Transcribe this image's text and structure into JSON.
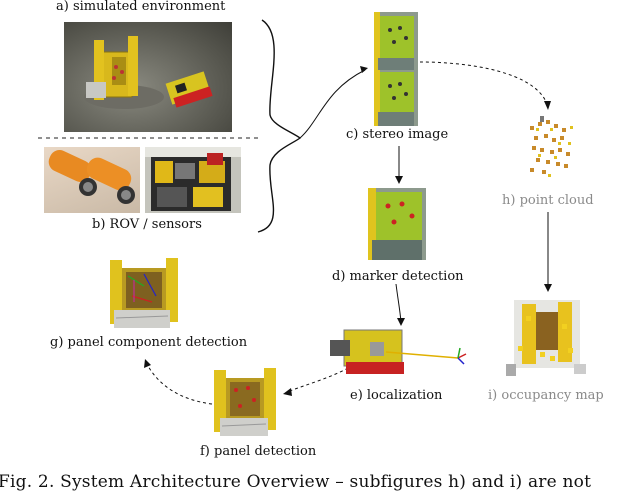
{
  "labels": {
    "a": "a) simulated environment",
    "b": "b) ROV / sensors",
    "c": "c) stereo image",
    "d": "d) marker detection",
    "e": "e) localization",
    "f": "f) panel detection",
    "g": "g) panel component detection",
    "h": "h) point cloud",
    "i": "i) occupancy map"
  },
  "caption": "Fig. 2.   System Architecture Overview – subfigures h) and i) are not"
}
